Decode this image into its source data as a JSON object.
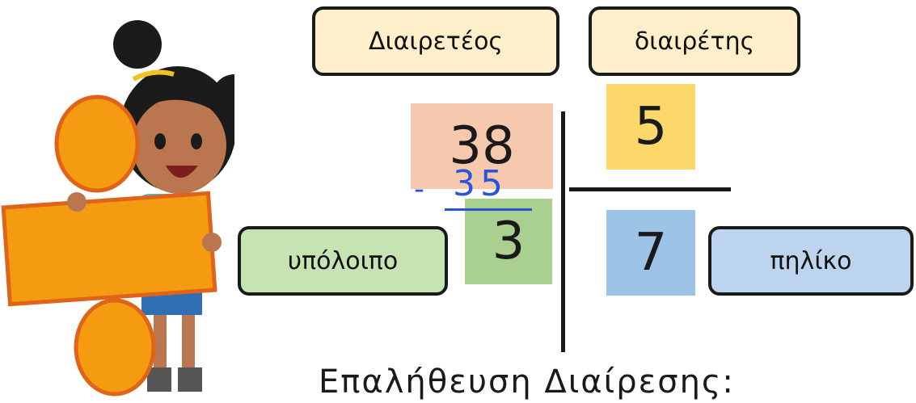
{
  "labels": {
    "dividend": "Διαιρετέος",
    "divisor": "διαιρέτης",
    "remainder": "υπόλοιπο",
    "quotient": "πηλίκο"
  },
  "numbers": {
    "dividend": "38",
    "subtrahend": "35",
    "minus": "-",
    "remainder": "3",
    "divisor": "5",
    "quotient": "7"
  },
  "footer": "Επαλήθευση Διαίρεσης:",
  "colors": {
    "label_fill": "#fdefc9",
    "remainder_label_fill": "#c6e3b3",
    "quotient_label_fill": "#bdd4ee",
    "dividend_fill": "#f6c9ae",
    "divisor_fill": "#fcd769",
    "remainder_fill": "#a9d08e",
    "quotient_fill": "#9dc3e6",
    "division_symbol": "#f59b12"
  },
  "illustration": "girl-holding-division-sign"
}
